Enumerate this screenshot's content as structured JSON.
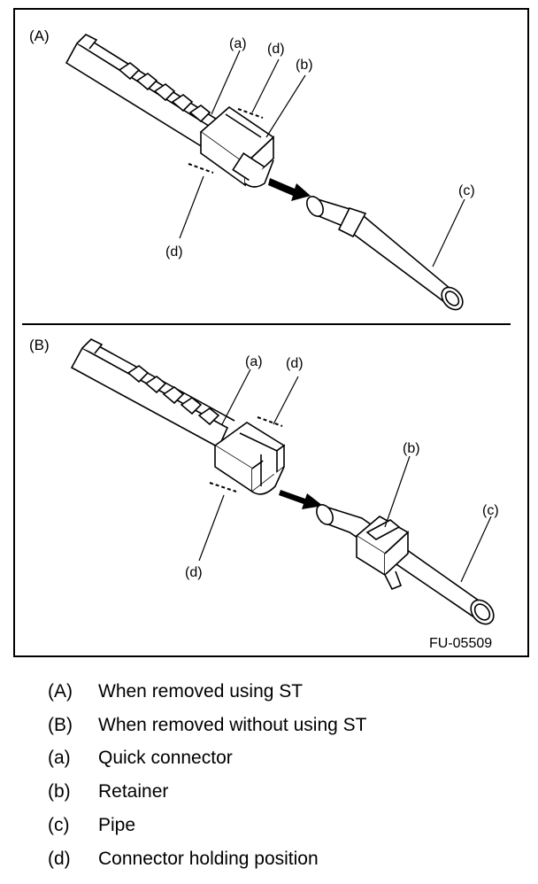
{
  "figure": {
    "panel_a_label": "(A)",
    "panel_b_label": "(B)",
    "callout_a": "(a)",
    "callout_b": "(b)",
    "callout_c": "(c)",
    "callout_d": "(d)",
    "figure_id": "FU-05509"
  },
  "legend": [
    {
      "key": "(A)",
      "text": "When removed using ST"
    },
    {
      "key": "(B)",
      "text": "When removed without using ST"
    },
    {
      "key": "(a)",
      "text": "Quick connector"
    },
    {
      "key": "(b)",
      "text": "Retainer"
    },
    {
      "key": "(c)",
      "text": "Pipe"
    },
    {
      "key": "(d)",
      "text": "Connector holding position"
    }
  ]
}
